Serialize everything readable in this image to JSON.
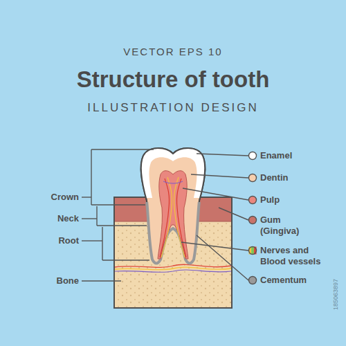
{
  "diagram": {
    "title": "Structure of tooth",
    "labels": [
      "VECTOR EPS 10",
      "ILLUSTRATION DESIGN",
      "Enamel",
      "Dentin",
      "Pulp",
      "Gum (Gingiva)",
      "Nerves and Blood vessels",
      "Cementum",
      "Crown",
      "Neck",
      "Root",
      "Bone",
      "185063897"
    ]
  }
}
